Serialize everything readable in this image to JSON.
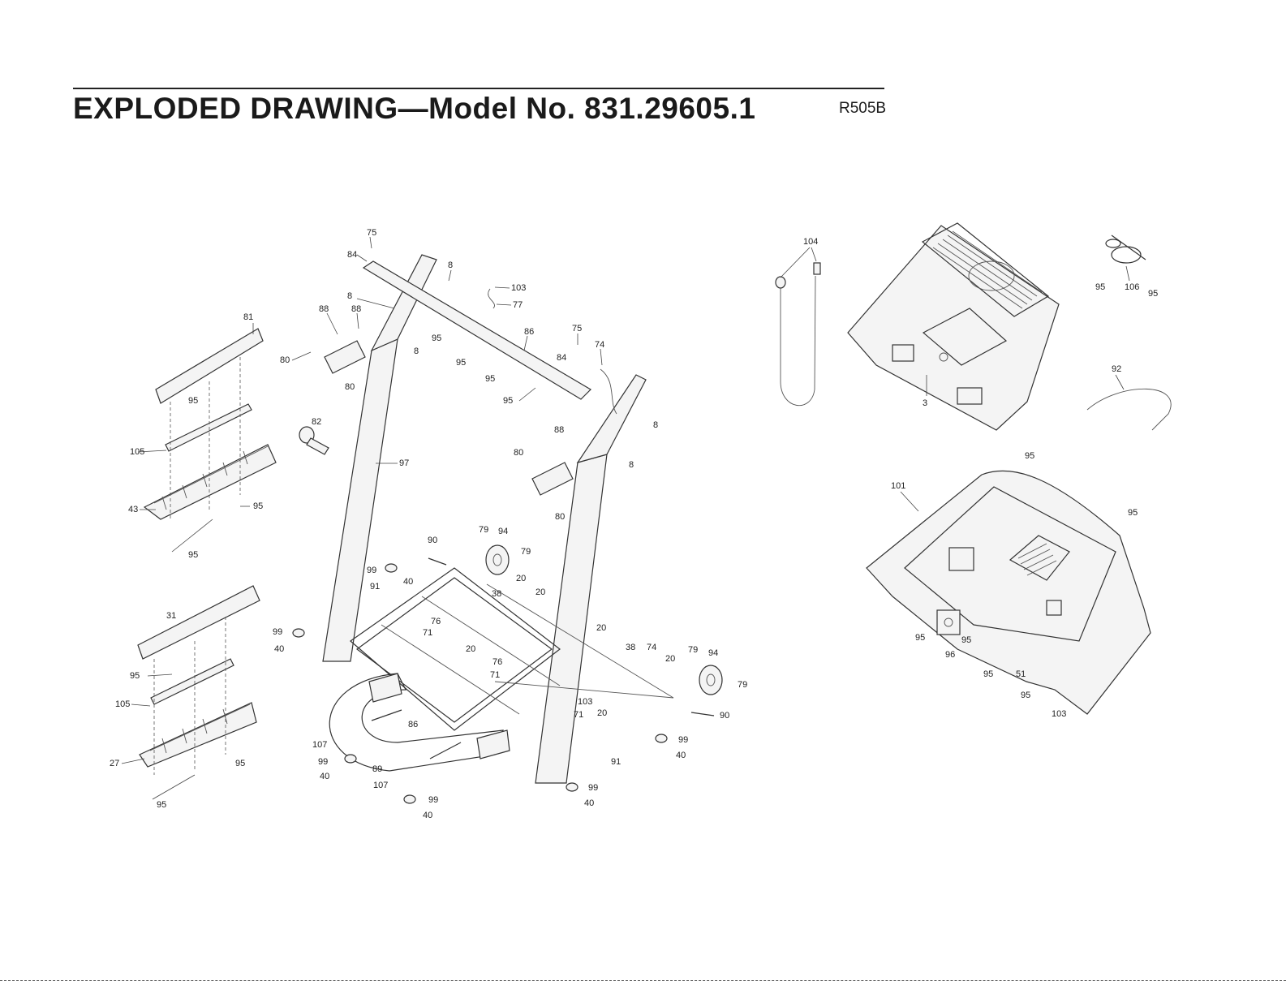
{
  "header": {
    "title": "EXPLODED DRAWING—Model No. 831.29605.1",
    "code": "R505B"
  },
  "callouts": [
    "75",
    "84",
    "8",
    "103",
    "77",
    "88",
    "88",
    "8",
    "81",
    "95",
    "8",
    "95",
    "95",
    "86",
    "75",
    "74",
    "84",
    "95",
    "80",
    "80",
    "95",
    "82",
    "8",
    "88",
    "80",
    "105",
    "97",
    "8",
    "43",
    "95",
    "80",
    "95",
    "90",
    "79",
    "94",
    "79",
    "99",
    "40",
    "20",
    "91",
    "38",
    "20",
    "31",
    "76",
    "71",
    "20",
    "99",
    "40",
    "95",
    "105",
    "20",
    "76",
    "71",
    "38",
    "74",
    "20",
    "79",
    "94",
    "79",
    "103",
    "71",
    "20",
    "90",
    "86",
    "99",
    "40",
    "91",
    "107",
    "99",
    "89",
    "40",
    "27",
    "95",
    "107",
    "99",
    "99",
    "40",
    "40",
    "95",
    "104",
    "3",
    "95",
    "106",
    "95",
    "92",
    "95",
    "101",
    "95",
    "95",
    "96",
    "95",
    "95",
    "51",
    "95",
    "103"
  ]
}
